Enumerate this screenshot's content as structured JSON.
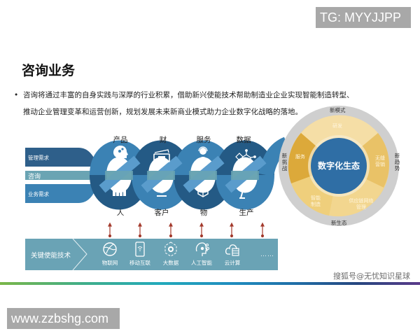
{
  "watermarks": {
    "tg_badge": "TG: MYYJJPP",
    "url_badge": "www.zzbshg.com",
    "source": "搜狐号@无忧知识星球"
  },
  "header": {
    "title": "咨询业务",
    "bullet": "•",
    "intro_lines": [
      "咨询将通过丰富的自身实践与深厚的行业积累，借助新兴使能技术帮助制造业企业实现智能制造转型、",
      "推动企业管理变革和运营创新，规划发展未来新商业模式助力企业数字化战略的落地。"
    ]
  },
  "wave_diagram": {
    "bands": [
      {
        "label": "管理需求",
        "color": "#2e5f8a"
      },
      {
        "label": "咨询",
        "color": "#6a9fae"
      },
      {
        "label": "业务需求",
        "color": "#3a7aaa"
      }
    ],
    "top_labels": [
      {
        "label": "产品",
        "icon": "head-gears-icon"
      },
      {
        "label": "财",
        "icon": "money-icon"
      },
      {
        "label": "服务",
        "icon": "customer-service-icon"
      },
      {
        "label": "数据",
        "icon": "data-network-icon"
      }
    ],
    "bottom_labels": [
      {
        "label": "人",
        "icon": "people-icon"
      },
      {
        "label": "客户",
        "icon": "customer-group-icon"
      },
      {
        "label": "物",
        "icon": "box-icon"
      },
      {
        "label": "生产",
        "icon": "robot-arm-icon"
      }
    ],
    "colors": {
      "dark": "#245a85",
      "mid": "#3b82b4",
      "light": "#5a9ccc",
      "teal": "#6aa4b3"
    }
  },
  "enabling_tech": {
    "title": "关键使能技术",
    "items": [
      {
        "label": "物联网",
        "icon": "globe-network-icon"
      },
      {
        "label": "移动互联",
        "icon": "mobile-wifi-icon"
      },
      {
        "label": "大数据",
        "icon": "big-data-icon"
      },
      {
        "label": "人工智能",
        "icon": "ai-head-icon"
      },
      {
        "label": "云计算",
        "icon": "cloud-server-icon"
      }
    ],
    "more": "……",
    "bar_color": "#6aa3b5",
    "arrow_color": "#a33a2c"
  },
  "ecosystem": {
    "center": "数字化生态",
    "outer_ring": {
      "top": "新模式",
      "right": "新趋势",
      "bottom": "新生态",
      "left": "新挑战"
    },
    "segments": [
      "研发",
      "无缝营销",
      "供应链网络管理",
      "智能制造",
      "服务"
    ],
    "colors": {
      "ring": "#cfcfcf",
      "center": "#2f6ea5",
      "seg_a": "#f3d998",
      "seg_b": "#e8c066",
      "seg_c": "#f1d48a",
      "seg_d": "#efcf7c",
      "seg_e": "#dca93a"
    }
  }
}
